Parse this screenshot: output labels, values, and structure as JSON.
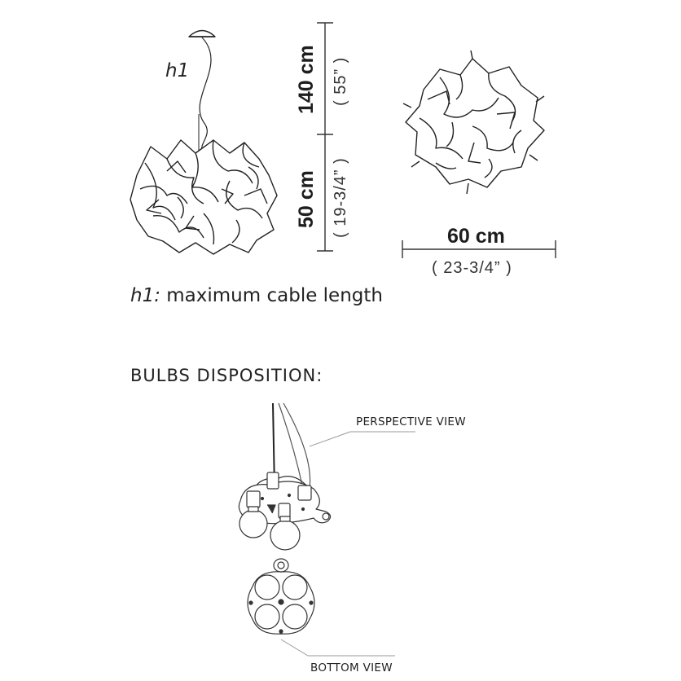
{
  "dimensions": {
    "cable_label": "h1",
    "cable_metric": "140 cm",
    "cable_imperial": "( 55” )",
    "height_metric": "50 cm",
    "height_imperial": "( 19-3/4” )",
    "width_metric": "60 cm",
    "width_imperial": "( 23-3/4” )"
  },
  "caption": {
    "term": "h1:",
    "text": " maximum cable length"
  },
  "bulbs": {
    "heading": "BULBS DISPOSITION:",
    "perspective_label": "PERSPECTIVE VIEW",
    "bottom_label": "BOTTOM VIEW"
  },
  "icons": {
    "pendant": "pendant-lamp-side-icon",
    "top": "lamp-top-view-icon",
    "fixture": "bulb-fixture-perspective-icon",
    "bottom": "bulb-fixture-bottom-icon"
  }
}
